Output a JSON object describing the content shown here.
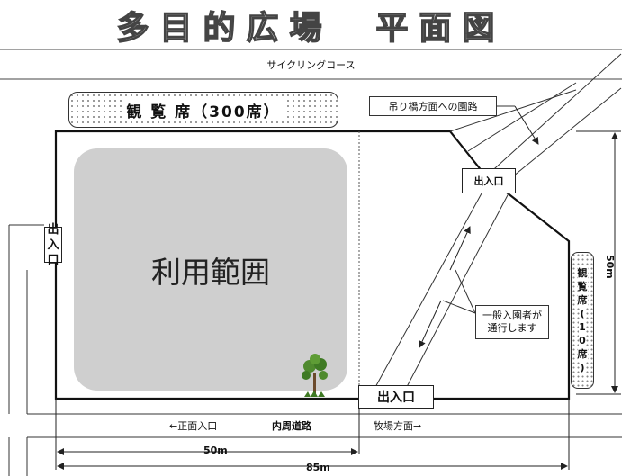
{
  "title": "多目的広場　平面図",
  "cycling_course": "サイクリングコース",
  "seats_300": "観 覧 席（300席）",
  "usage_area": "利用範囲",
  "entrance_left": [
    "出",
    "入",
    "口"
  ],
  "entrance_top": "出入口",
  "entrance_bottom": "出入口",
  "bridge_route": "吊り橋方面への園路",
  "visitor_note": [
    "一般入園者が",
    "通行します"
  ],
  "seats_10": [
    "観",
    "覧",
    "席",
    "(",
    "1",
    "0",
    "席",
    ")"
  ],
  "road": {
    "left": "←正面入口",
    "center": "内周道路",
    "right": "牧場方面→"
  },
  "dimensions": {
    "width_50": "50m",
    "width_85": "85m",
    "height_50": "50m"
  },
  "colors": {
    "usage_area": "#cfcfcf",
    "lines": "#222222"
  }
}
